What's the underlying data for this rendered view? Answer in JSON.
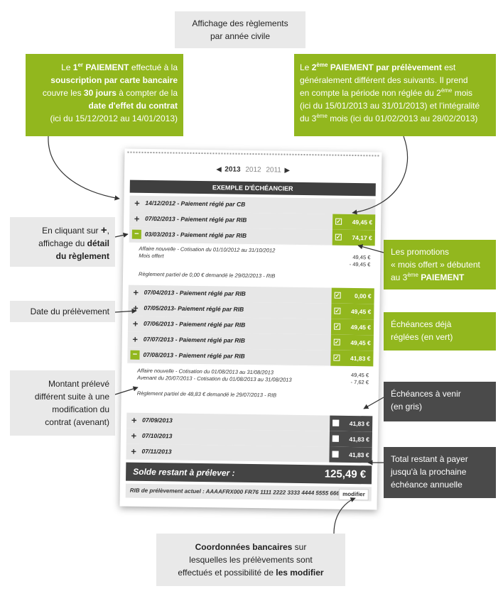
{
  "callouts": {
    "top_center": [
      "Affichage des règlements",
      "par année civile"
    ],
    "left_first": {
      "pre": "Le ",
      "num": "1",
      "sup": "er",
      "bold1": " PAIEMENT",
      "t1": " effectué à la",
      "l2": "souscription par carte bancaire",
      "l3a": "couvre les ",
      "l3b": "30 jours",
      "l3c": " à compter de la",
      "l4": "date d'effet du contrat",
      "l5": "(ici du 15/12/2012 au 14/01/2013)"
    },
    "right_second": {
      "pre": "Le ",
      "num": "2",
      "sup": "ème",
      "bold1": " PAIEMENT par prélèvement",
      "t1": " est",
      "l2": "généralement différent des suivants. Il prend",
      "l3a": "en compte la période non réglée du 2",
      "l3sup": "ème",
      "l3b": " mois",
      "l4": "(ici du 15/01/2013 au 31/01/2013) et l'intégralité",
      "l5a": "du 3",
      "l5sup": "ème",
      "l5b": " mois (ici du 01/02/2013 au 28/02/2013)"
    },
    "detail": {
      "l1a": "En cliquant sur ",
      "l1b": "+",
      "l1c": ",",
      "l2": "affichage du détail",
      "l3": "du règlement"
    },
    "date": "Date du prélèvement",
    "montant": [
      "Montant prélevé",
      "différent suite à une",
      "modification du",
      "contrat (avenant)"
    ],
    "promos": {
      "l1": "Les promotions",
      "l2": "« mois offert » débutent",
      "l3a": "au 3",
      "l3sup": "ème",
      "l3b": " PAIEMENT"
    },
    "echeances_reglees": [
      "Échéances déjà",
      "réglées (en vert)"
    ],
    "echeances_venir": [
      "Échéances à venir",
      "(en gris)"
    ],
    "total": [
      "Total restant à payer",
      "jusqu'à la prochaine",
      "échéance annuelle"
    ],
    "coordonnees": {
      "l1a": "Coordonnées bancaires",
      "l1b": " sur",
      "l2": "lesquelles les prélèvements sont",
      "l3a": "effectués et possibilité de ",
      "l3b": "les modifier"
    }
  },
  "schedule": {
    "years": {
      "prev_arrow": "◀",
      "current": "2013",
      "y2": "2012",
      "y3": "2011",
      "next_arrow": "▶"
    },
    "title": "EXEMPLE D'ÉCHÉANCIER",
    "rows": [
      {
        "date": "14/12/2012",
        "label": " - Paiement réglé par CB",
        "amount": "",
        "state": "none",
        "toggle": "+"
      },
      {
        "date": "07/02/2013",
        "label": " - Paiement réglé par RIB",
        "amount": "49,45 €",
        "state": "paid",
        "toggle": "+"
      },
      {
        "date": "03/03/2013",
        "label": " - Paiement réglé par RIB",
        "amount": "74,17 €",
        "state": "paid",
        "toggle": "−"
      },
      {
        "date": "07/04/2013",
        "label": " - Paiement réglé par RIB",
        "amount": "0,00 €",
        "state": "paid",
        "toggle": "+"
      },
      {
        "date": "07/05/2013",
        "label": "- Paiement réglé par RIB",
        "amount": "49,45 €",
        "state": "paid",
        "toggle": "+"
      },
      {
        "date": "07/06/2013",
        "label": " - Paiement réglé par RIB",
        "amount": "49,45 €",
        "state": "paid",
        "toggle": "+"
      },
      {
        "date": "07/07/2013",
        "label": " - Paiement réglé par RIB",
        "amount": "49,45 €",
        "state": "paid",
        "toggle": "+"
      },
      {
        "date": "07/08/2013",
        "label": " - Paiement réglé par RIB",
        "amount": "41,83 €",
        "state": "paid",
        "toggle": "−"
      },
      {
        "date": "07/09/2013",
        "label": "",
        "amount": "41,83 €",
        "state": "due",
        "toggle": "+"
      },
      {
        "date": "07/10/2013",
        "label": "",
        "amount": "41,83 €",
        "state": "due",
        "toggle": "+"
      },
      {
        "date": "07/11/2013",
        "label": "",
        "amount": "41,83 €",
        "state": "due",
        "toggle": "+"
      }
    ],
    "detail_march": {
      "line1": "Affaire nouvelle - Cotisation du 01/10/2012 au 31/10/2012",
      "val1": "49,45 €",
      "line2": "Mois offert",
      "val2": "- 49,45 €",
      "line3": "Règlement partiel de 0,00 € demandé le 29/02/2013 - RIB"
    },
    "detail_august": {
      "line1": "Affaire nouvelle - Cotisation du 01/08/2013 au 31/08/2013",
      "val1": "49,45 €",
      "line2": "Avenant du 20/07/2013 - Cotisation du 01/08/2013 au 31/08/2013",
      "val2": "- 7,62 €",
      "line3": "Règlement partiel de 48,83 € demandé le 29/07/2013 - RIB"
    },
    "solde_label": "Solde restant à prélever :",
    "solde_value": "125,49 €",
    "rib_label": "RIB de prélèvement actuel : AAAAFRX000 FR76 1111 2222 3333 4444 5555 666",
    "rib_modify": "modifier"
  },
  "colors": {
    "green": "#92b71e",
    "dark": "#4a4a4a",
    "light": "#e9e9e9"
  }
}
